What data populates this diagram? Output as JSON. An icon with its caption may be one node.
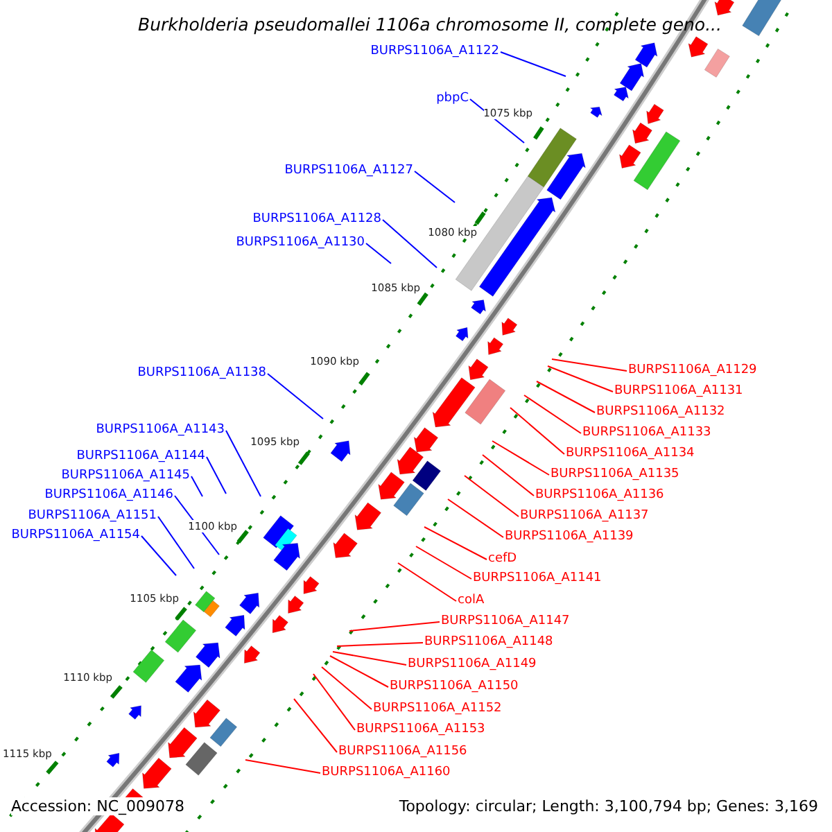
{
  "diagram": {
    "title": "Burkholderia pseudomallei 1106a chromosome II, complete geno...",
    "nodes": [
      {
        "text": [
          "BURPS1106A_A1122"
        ]
      },
      {
        "text": [
          "pbpC"
        ]
      },
      {
        "text": [
          "BURPS1106A_A1127"
        ]
      },
      {
        "text": [
          "BURPS1106A_A1128"
        ]
      },
      {
        "text": [
          "BURPS1106A_A1130"
        ]
      },
      {
        "text": [
          "BURPS1106A_A1138"
        ]
      },
      {
        "text": [
          "BURPS1106A_A1143"
        ]
      },
      {
        "text": [
          "BURPS1106A_A1144"
        ]
      },
      {
        "text": [
          "BURPS1106A_A1145"
        ]
      },
      {
        "text": [
          "BURPS1106A_A1146"
        ]
      },
      {
        "text": [
          "BURPS1106A_A1151"
        ]
      },
      {
        "text": [
          "BURPS1106A_A1154"
        ]
      },
      {
        "text": [
          "BURPS1106A_A1129"
        ]
      },
      {
        "text": [
          "BURPS1106A_A1131"
        ]
      },
      {
        "text": [
          "BURPS1106A_A1132"
        ]
      },
      {
        "text": [
          "BURPS1106A_A1133"
        ]
      },
      {
        "text": [
          "BURPS1106A_A1134"
        ]
      },
      {
        "text": [
          "BURPS1106A_A1135"
        ]
      },
      {
        "text": [
          "BURPS1106A_A1136"
        ]
      },
      {
        "text": [
          "BURPS1106A_A1137"
        ]
      },
      {
        "text": [
          "BURPS1106A_A1139"
        ]
      },
      {
        "text": [
          "cefD"
        ]
      },
      {
        "text": [
          "BURPS1106A_A1141"
        ]
      },
      {
        "text": [
          "colA"
        ]
      },
      {
        "text": [
          "BURPS1106A_A1147"
        ]
      },
      {
        "text": [
          "BURPS1106A_A1148"
        ]
      },
      {
        "text": [
          "BURPS1106A_A1149"
        ]
      },
      {
        "text": [
          "BURPS1106A_A1150"
        ]
      },
      {
        "text": [
          "BURPS1106A_A1152"
        ]
      },
      {
        "text": [
          "BURPS1106A_A1153"
        ]
      },
      {
        "text": [
          "BURPS1106A_A1156"
        ]
      },
      {
        "text": [
          "BURPS1106A_A1160"
        ]
      }
    ],
    "edges": [
      {
        "from": 0,
        "to": null,
        "arrow": "none",
        "color": "#0000ff"
      },
      {
        "from": 1,
        "to": null,
        "arrow": "none",
        "color": "#0000ff"
      },
      {
        "from": 2,
        "to": null,
        "arrow": "none",
        "color": "#0000ff"
      },
      {
        "from": 3,
        "to": null,
        "arrow": "none",
        "color": "#0000ff"
      },
      {
        "from": 4,
        "to": null,
        "arrow": "none",
        "color": "#0000ff"
      },
      {
        "from": 5,
        "to": null,
        "arrow": "none",
        "color": "#0000ff"
      },
      {
        "from": 6,
        "to": null,
        "arrow": "none",
        "color": "#0000ff"
      },
      {
        "from": 7,
        "to": null,
        "arrow": "none",
        "color": "#0000ff"
      },
      {
        "from": 8,
        "to": null,
        "arrow": "none",
        "color": "#0000ff"
      },
      {
        "from": 9,
        "to": null,
        "arrow": "none",
        "color": "#0000ff"
      },
      {
        "from": 10,
        "to": null,
        "arrow": "none",
        "color": "#0000ff"
      },
      {
        "from": 11,
        "to": null,
        "arrow": "none",
        "color": "#0000ff"
      },
      {
        "from": 12,
        "to": null,
        "arrow": "none"
      },
      {
        "from": 13,
        "to": null,
        "arrow": "none"
      },
      {
        "from": 14,
        "to": null,
        "arrow": "none"
      },
      {
        "from": 15,
        "to": null,
        "arrow": "none"
      },
      {
        "from": 16,
        "to": null,
        "arrow": "none"
      },
      {
        "from": 17,
        "to": null,
        "arrow": "none"
      },
      {
        "from": 18,
        "to": null,
        "arrow": "none"
      },
      {
        "from": 19,
        "to": null,
        "arrow": "none"
      },
      {
        "from": 20,
        "to": null,
        "arrow": "none"
      },
      {
        "from": 21,
        "to": null,
        "arrow": "none"
      },
      {
        "from": 22,
        "to": null,
        "arrow": "none"
      },
      {
        "from": 23,
        "to": null,
        "arrow": "none"
      },
      {
        "from": 24,
        "to": null,
        "arrow": "none"
      },
      {
        "from": 25,
        "to": null,
        "arrow": "none"
      },
      {
        "from": 26,
        "to": null,
        "arrow": "none"
      },
      {
        "from": 27,
        "to": null,
        "arrow": "none"
      },
      {
        "from": 28,
        "to": null,
        "arrow": "none"
      },
      {
        "from": 29,
        "to": null,
        "arrow": "none"
      },
      {
        "from": 30,
        "to": null,
        "arrow": "none"
      },
      {
        "from": 31,
        "to": null,
        "arrow": "none"
      }
    ],
    "labels": [
      "1075 kbp",
      "1080 kbp",
      "1085 kbp",
      "1090 kbp",
      "1095 kbp",
      "1100 kbp",
      "1105 kbp",
      "1110 kbp",
      "1115 kbp",
      "Accession: NC_009078",
      "Topology: circular; Length: 3,100,794 bp; Genes: 3,169"
    ]
  }
}
